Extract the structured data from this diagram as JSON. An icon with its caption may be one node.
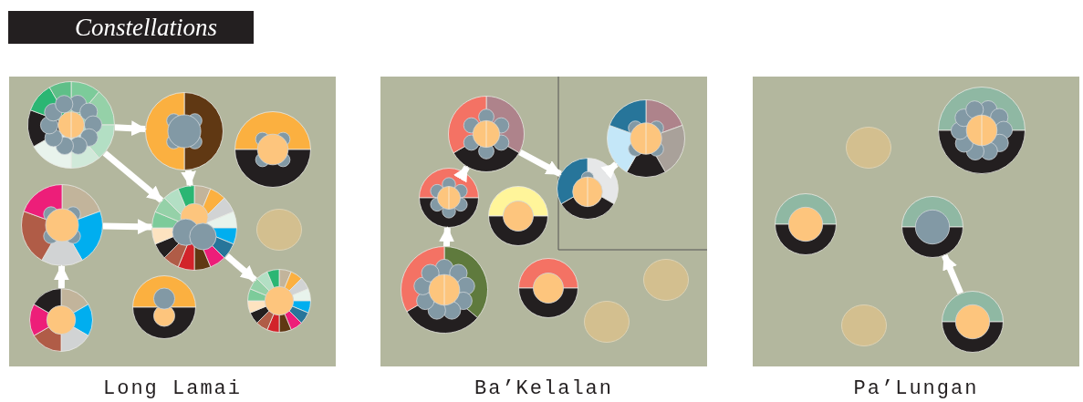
{
  "diagram": {
    "title": "Constellations",
    "nodes": [
      {
        "text": [
          "Long Lamai"
        ]
      },
      {
        "text": [],
        "shape": "circle",
        "in": 0
      },
      {
        "text": [],
        "shape": "circle",
        "in": 0
      },
      {
        "text": [],
        "shape": "circle",
        "in": 0
      },
      {
        "text": [],
        "shape": "circle",
        "in": 0
      },
      {
        "text": [],
        "shape": "circle",
        "in": 0
      },
      {
        "text": [],
        "shape": "circle",
        "in": 0
      },
      {
        "text": [],
        "shape": "circle",
        "in": 0
      },
      {
        "text": [],
        "shape": "circle",
        "in": 0
      },
      {
        "text": [],
        "shape": "circle",
        "in": 0
      },
      {
        "text": [
          "Ba’Kelalan"
        ]
      },
      {
        "text": [],
        "shape": "circle",
        "in": 10
      },
      {
        "text": [],
        "shape": "circle",
        "in": 10
      },
      {
        "text": [],
        "shape": "circle",
        "in": 10
      },
      {
        "text": [],
        "shape": "circle",
        "in": 10
      },
      {
        "text": [],
        "shape": "circle",
        "in": 10
      },
      {
        "text": [],
        "shape": "circle",
        "in": 10
      },
      {
        "text": [],
        "shape": "circle",
        "in": 10
      },
      {
        "text": [],
        "shape": "circle",
        "in": 10
      },
      {
        "text": [],
        "shape": "circle",
        "in": 10
      },
      {
        "text": [
          "Pa’Lungan"
        ]
      },
      {
        "text": [],
        "shape": "circle",
        "in": 20
      },
      {
        "text": [],
        "shape": "circle",
        "in": 20
      },
      {
        "text": [],
        "shape": "circle",
        "in": 20
      },
      {
        "text": [],
        "shape": "circle",
        "in": 20
      },
      {
        "text": [],
        "shape": "circle",
        "in": 20
      },
      {
        "text": [],
        "shape": "circle",
        "in": 20
      }
    ],
    "edges": [
      {
        "from": 1,
        "to": 2,
        "arrow": "to"
      },
      {
        "from": 1,
        "to": 5,
        "arrow": "to"
      },
      {
        "from": 4,
        "to": 5,
        "arrow": "to"
      },
      {
        "from": 2,
        "to": 5,
        "arrow": "to"
      },
      {
        "from": 5,
        "to": 9,
        "arrow": "to"
      },
      {
        "from": 7,
        "to": 4,
        "arrow": "to"
      },
      {
        "from": 16,
        "to": 12,
        "arrow": "to"
      },
      {
        "from": 12,
        "to": 11,
        "arrow": "to"
      },
      {
        "from": 11,
        "to": 14,
        "arrow": "to"
      },
      {
        "from": 14,
        "to": 15,
        "arrow": "to"
      },
      {
        "from": 26,
        "to": 24,
        "arrow": "to"
      }
    ]
  }
}
